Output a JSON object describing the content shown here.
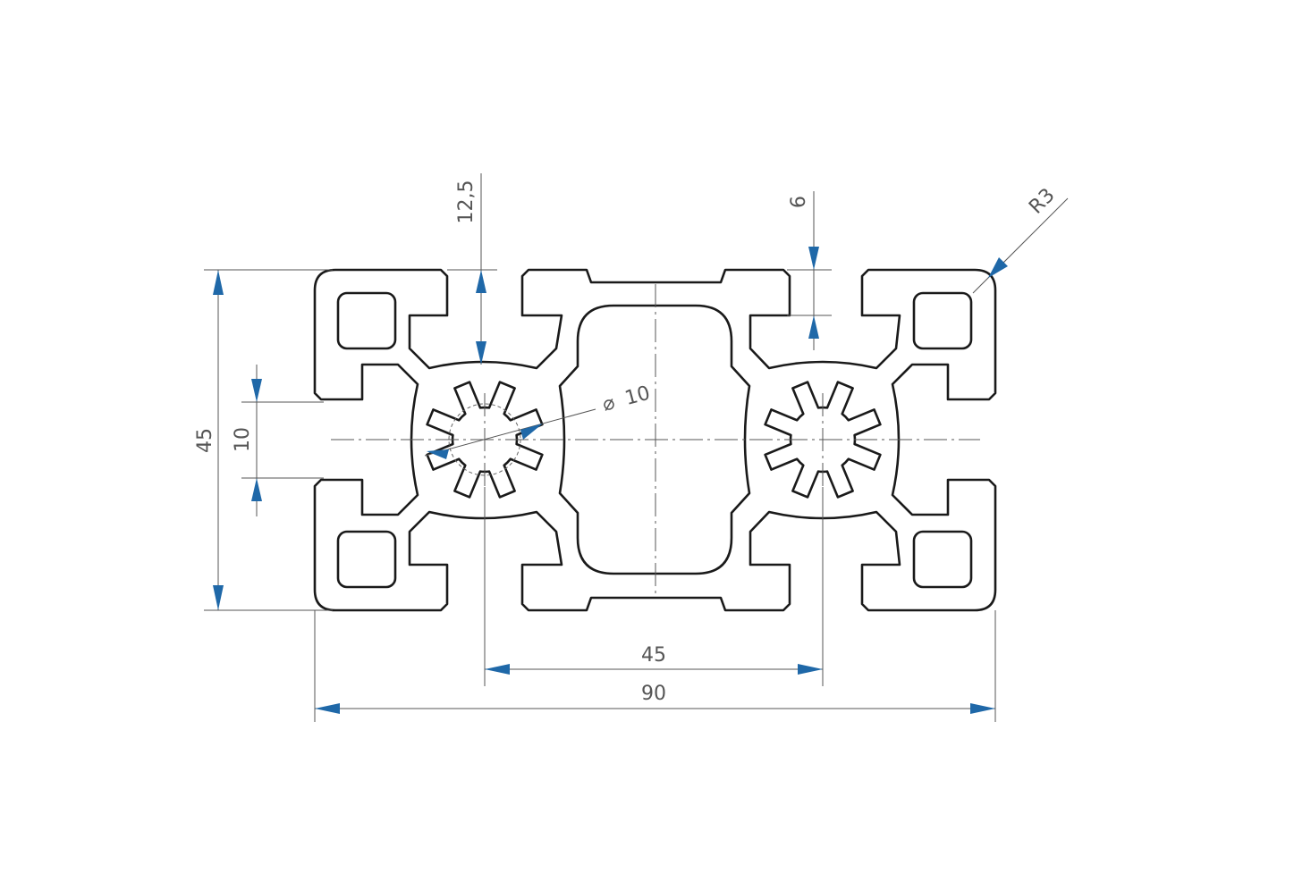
{
  "dimensions": {
    "height": "45",
    "slot_width": "10",
    "slot_depth": "12,5",
    "lip_thickness": "6",
    "corner_radius": "R3",
    "bore_diameter": "10",
    "pitch": "45",
    "width": "90"
  },
  "symbols": {
    "diameter": "⌀"
  },
  "colors": {
    "outline": "#1a1a1a",
    "dimension_line": "#555555",
    "arrow": "#1f68a8"
  }
}
